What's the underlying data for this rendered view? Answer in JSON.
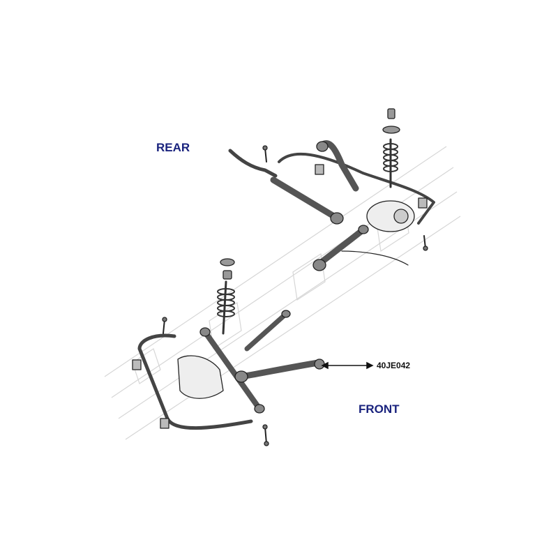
{
  "labels": {
    "rear": "REAR",
    "front": "FRONT",
    "part_number": "40JE042"
  },
  "colors": {
    "label_text": "#1a237e",
    "part_text": "#111111",
    "line": "#222222",
    "part_fill": "#555555",
    "part_light": "#bdbdbd",
    "watermark": "#d6d6d6"
  },
  "highlighted_part": {
    "name": "front lower control arm",
    "part_number": "40JE042"
  },
  "watermark_present": true
}
